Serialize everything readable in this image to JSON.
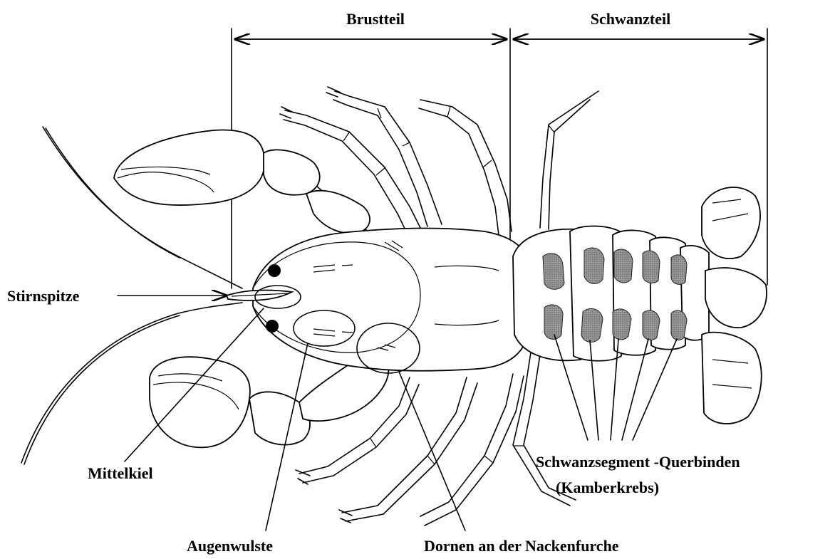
{
  "labels": {
    "brustteil": "Brustteil",
    "schwanzteil": "Schwanzteil",
    "stirnspitze": "Stirnspitze",
    "mittelkiel": "Mittelkiel",
    "augenwulste": "Augenwulste",
    "dornen": "Dornen an der Nackenfurche",
    "querbinden_line1": "Schwanzsegment -Querbinden",
    "querbinden_line2": "(Kamberkrebs)"
  },
  "colors": {
    "line": "#000000",
    "band_fill": "#8a8a8a",
    "background": "#ffffff"
  }
}
